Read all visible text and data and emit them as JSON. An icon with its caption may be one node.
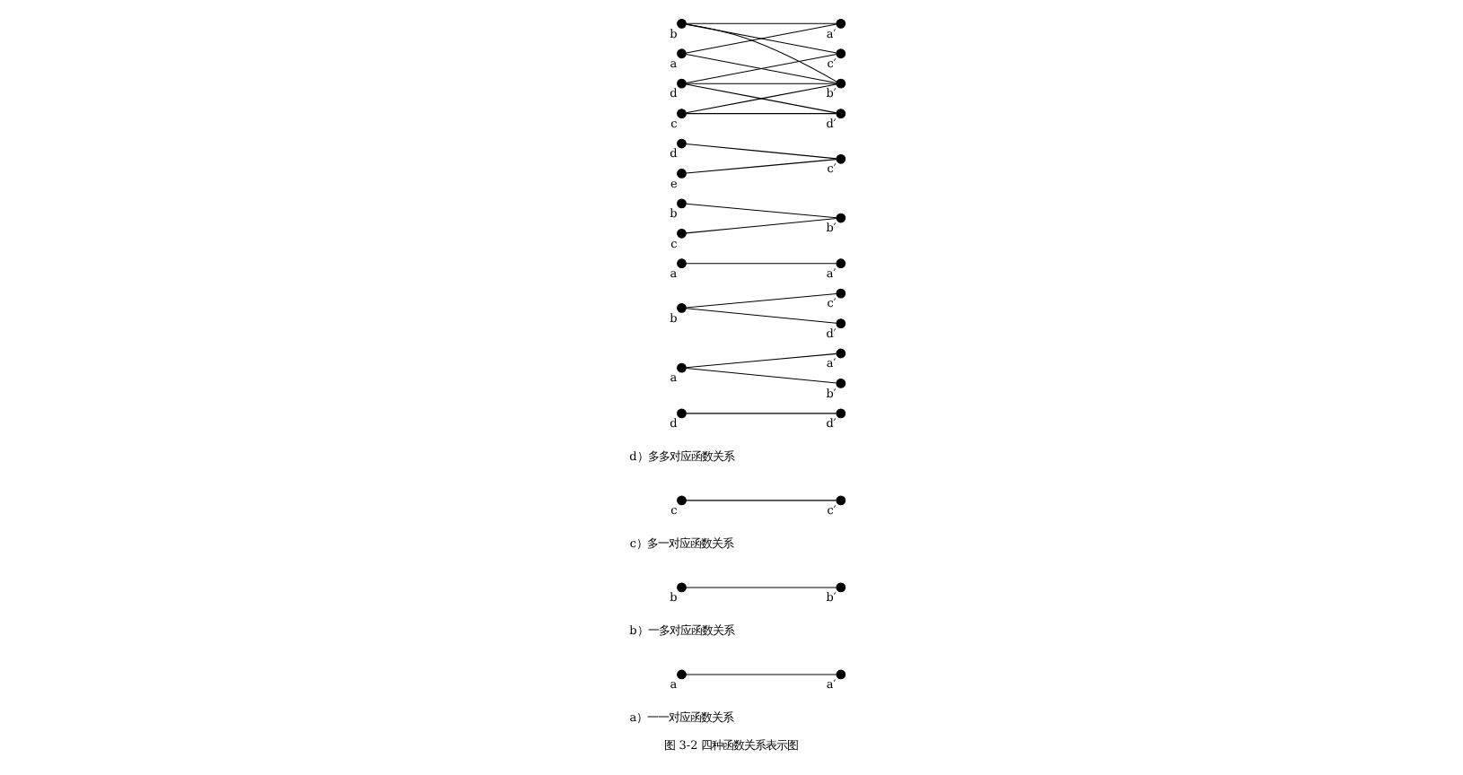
{
  "diagram": {
    "caption": "图 3-2 四种函数关系表示图",
    "nodes": [
      {
        "text": [],
        "shape": "circle",
        "beside": [
          "a"
        ]
      },
      {
        "text": [],
        "shape": "circle",
        "beside": [
          "a′"
        ]
      },
      {
        "text": [],
        "shape": "circle",
        "beside": [
          "b"
        ]
      },
      {
        "text": [],
        "shape": "circle",
        "beside": [
          "b′"
        ]
      },
      {
        "text": [],
        "shape": "circle",
        "beside": [
          "c"
        ]
      },
      {
        "text": [],
        "shape": "circle",
        "beside": [
          "c′"
        ]
      },
      {
        "text": [],
        "shape": "circle",
        "beside": [
          "d"
        ]
      },
      {
        "text": [],
        "shape": "circle",
        "beside": [
          "d′"
        ]
      },
      {
        "text": [],
        "shape": "circle",
        "beside": [
          "a′"
        ]
      },
      {
        "text": [],
        "shape": "circle",
        "beside": [
          "a"
        ]
      },
      {
        "text": [],
        "shape": "circle",
        "beside": [
          "b′"
        ]
      },
      {
        "text": [],
        "shape": "circle",
        "beside": [
          "c′"
        ]
      },
      {
        "text": [],
        "shape": "circle",
        "beside": [
          "b"
        ]
      },
      {
        "text": [],
        "shape": "circle",
        "beside": [
          "d′"
        ]
      },
      {
        "text": [],
        "shape": "circle",
        "beside": [
          "a"
        ]
      },
      {
        "text": [],
        "shape": "circle",
        "beside": [
          "a′"
        ]
      },
      {
        "text": [],
        "shape": "circle",
        "beside": [
          "b"
        ]
      },
      {
        "text": [],
        "shape": "circle",
        "beside": [
          "b′"
        ]
      },
      {
        "text": [],
        "shape": "circle",
        "beside": [
          "c"
        ]
      },
      {
        "text": [],
        "shape": "circle",
        "beside": [
          "d"
        ]
      },
      {
        "text": [],
        "shape": "circle",
        "beside": [
          "c′"
        ]
      },
      {
        "text": [],
        "shape": "circle",
        "beside": [
          "e"
        ]
      },
      {
        "text": [],
        "shape": "circle",
        "beside": [
          "a"
        ]
      },
      {
        "text": [],
        "shape": "circle",
        "beside": [
          "a′"
        ]
      },
      {
        "text": [],
        "shape": "circle",
        "beside": [
          "b"
        ]
      },
      {
        "text": [],
        "shape": "circle",
        "beside": [
          "b′"
        ]
      },
      {
        "text": [],
        "shape": "circle",
        "beside": [
          "c"
        ]
      },
      {
        "text": [],
        "shape": "circle",
        "beside": [
          "c′"
        ]
      },
      {
        "text": [],
        "shape": "circle",
        "beside": [
          "d"
        ]
      },
      {
        "text": [],
        "shape": "circle",
        "beside": [
          "d′"
        ]
      }
    ],
    "edges": [
      {
        "from": 0,
        "to": 1,
        "arrow": "none"
      },
      {
        "from": 2,
        "to": 3,
        "arrow": "none"
      },
      {
        "from": 4,
        "to": 5,
        "arrow": "none"
      },
      {
        "from": 6,
        "to": 7,
        "arrow": "none"
      },
      {
        "from": 9,
        "to": 8,
        "arrow": "none"
      },
      {
        "from": 9,
        "to": 10,
        "arrow": "none"
      },
      {
        "from": 12,
        "to": 11,
        "arrow": "none"
      },
      {
        "from": 12,
        "to": 13,
        "arrow": "none"
      },
      {
        "from": 14,
        "to": 15,
        "arrow": "none"
      },
      {
        "from": 16,
        "to": 17,
        "arrow": "none"
      },
      {
        "from": 18,
        "to": 17,
        "arrow": "none"
      },
      {
        "from": 19,
        "to": 20,
        "arrow": "none"
      },
      {
        "from": 21,
        "to": 20,
        "arrow": "none"
      },
      {
        "from": 22,
        "to": 23,
        "arrow": "none"
      },
      {
        "from": 22,
        "to": 25,
        "arrow": "none"
      },
      {
        "from": 24,
        "to": 23,
        "arrow": "none"
      },
      {
        "from": 24,
        "to": 25,
        "arrow": "none"
      },
      {
        "from": 24,
        "to": 27,
        "arrow": "none"
      },
      {
        "from": 26,
        "to": 25,
        "arrow": "none"
      },
      {
        "from": 26,
        "to": 29,
        "arrow": "none"
      },
      {
        "from": 28,
        "to": 25,
        "arrow": "none"
      },
      {
        "from": 28,
        "to": 27,
        "arrow": "none"
      },
      {
        "from": 28,
        "to": 29,
        "arrow": "none"
      }
    ],
    "labels": [
      "a）一一对应函数关系",
      "b）一多对应函数关系",
      "c）多一对应函数关系",
      "d）多多对应函数关系"
    ]
  }
}
